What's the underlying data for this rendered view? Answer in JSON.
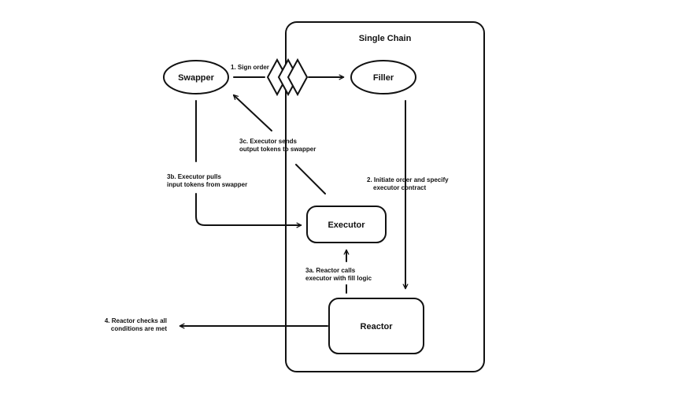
{
  "diagram": {
    "container_title": "Single Chain",
    "nodes": {
      "swapper": "Swapper",
      "filler": "Filler",
      "executor": "Executor",
      "reactor": "Reactor"
    },
    "labels": {
      "sign_order": "1. Sign order",
      "initiate_line1": "2. Initiate order and specify",
      "initiate_line2": "executor contract",
      "reactor_calls_line1": "3a. Reactor calls",
      "reactor_calls_line2": "executor with fill logic",
      "pulls_line1": "3b. Executor pulls",
      "pulls_line2": "input tokens from swapper",
      "sends_line1": "3c. Executor sends",
      "sends_line2": "output tokens to swapper",
      "checks_line1": "4. Reactor checks all",
      "checks_line2": "conditions are met"
    }
  }
}
